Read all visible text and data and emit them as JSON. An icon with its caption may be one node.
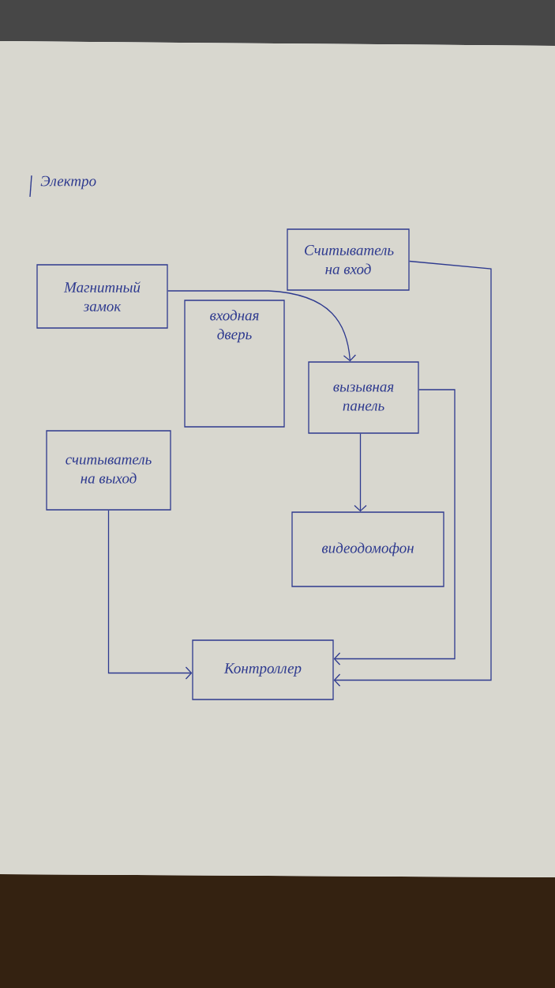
{
  "diagram": {
    "nodes": [
      {
        "text": [
          "Считыватель на вход"
        ]
      },
      {
        "text": [
          "Магнитный замок"
        ]
      },
      {
        "text": [
          "входная дверь"
        ]
      },
      {
        "text": [
          "вызывная панель"
        ]
      },
      {
        "text": [
          "считыватель на выход"
        ]
      },
      {
        "text": [
          "видеодомофон"
        ]
      },
      {
        "text": [
          "Контроллер"
        ]
      }
    ],
    "edges": [
      {
        "from": 1,
        "to": 3,
        "arrow": "to"
      },
      {
        "from": 3,
        "to": 5,
        "arrow": "to"
      },
      {
        "from": 4,
        "to": 6,
        "arrow": "to"
      },
      {
        "from": 3,
        "to": 6,
        "arrow": "to"
      },
      {
        "from": 0,
        "to": 6,
        "arrow": "to"
      }
    ],
    "labels": [
      "Электро"
    ]
  }
}
